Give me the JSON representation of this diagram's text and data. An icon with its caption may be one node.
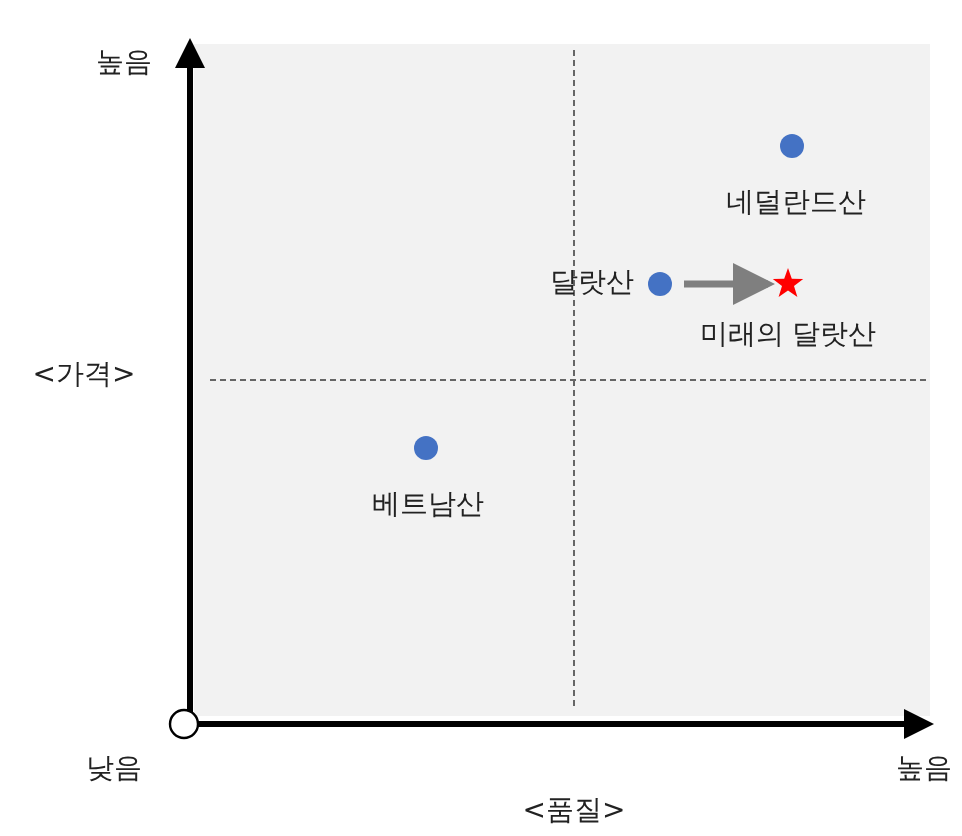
{
  "diagram": {
    "nodes": [
      {
        "text": [],
        "shape": "circle",
        "beside": [
          "네덜란드산"
        ]
      },
      {
        "text": [],
        "shape": "circle",
        "beside": [
          "달랏산"
        ]
      },
      {
        "text": [],
        "shape": "star",
        "beside": [
          "미래의 달랏산"
        ]
      },
      {
        "text": [],
        "shape": "circle",
        "beside": [
          "베트남산"
        ]
      }
    ],
    "edges": [
      {
        "from": 1,
        "to": 2,
        "arrow": "to"
      }
    ],
    "labels": [
      "높음",
      "<가격>",
      "낮음",
      "높음",
      "<품질>"
    ]
  }
}
